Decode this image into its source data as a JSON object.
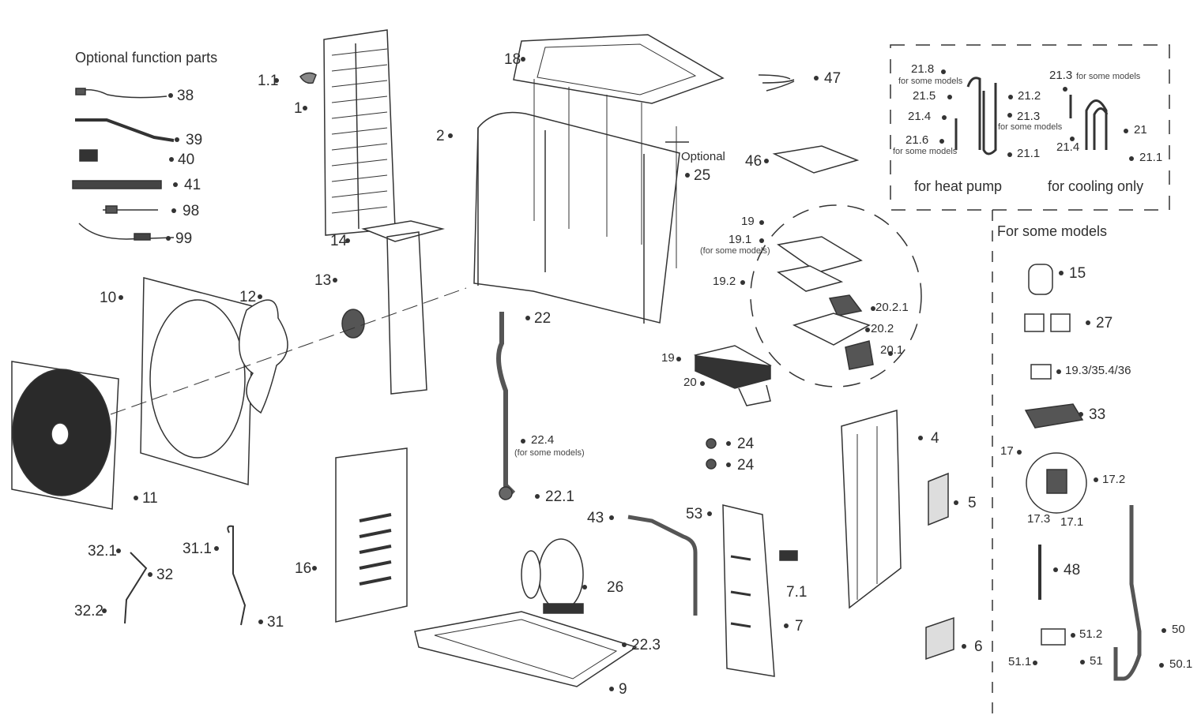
{
  "diagram": {
    "title": "Optional function parts",
    "labels": [
      "38",
      "39",
      "40",
      "41",
      "98",
      "99",
      "1.1",
      "1",
      "18",
      "2",
      "14",
      "13",
      "12",
      "10",
      "11",
      "22",
      "22.4",
      "(for some models)",
      "22.1",
      "47",
      "46",
      "Optional",
      "25",
      "19",
      "19.1",
      "(for some models)",
      "19.2",
      "20.2.1",
      "20.2",
      "20.1",
      "19",
      "20",
      "24",
      "24",
      "4",
      "5",
      "6",
      "53",
      "7.1",
      "7",
      "43",
      "26",
      "22.3",
      "9",
      "16",
      "31.1",
      "31",
      "32.1",
      "32",
      "32.2",
      "21.8",
      "for some models",
      "21.5",
      "21.2",
      "21.4",
      "21.3",
      "for some models",
      "21.6",
      "for some models",
      "21.1",
      "21.3",
      "for some models",
      "21",
      "21.4",
      "21.1",
      "for heat pump",
      "for cooling only",
      "For some models",
      "15",
      "27",
      "19.3/35.4/36",
      "33",
      "17",
      "17.2",
      "17.3",
      "17.1",
      "48",
      "50",
      "50.1",
      "51.2",
      "51.1",
      "51"
    ]
  }
}
